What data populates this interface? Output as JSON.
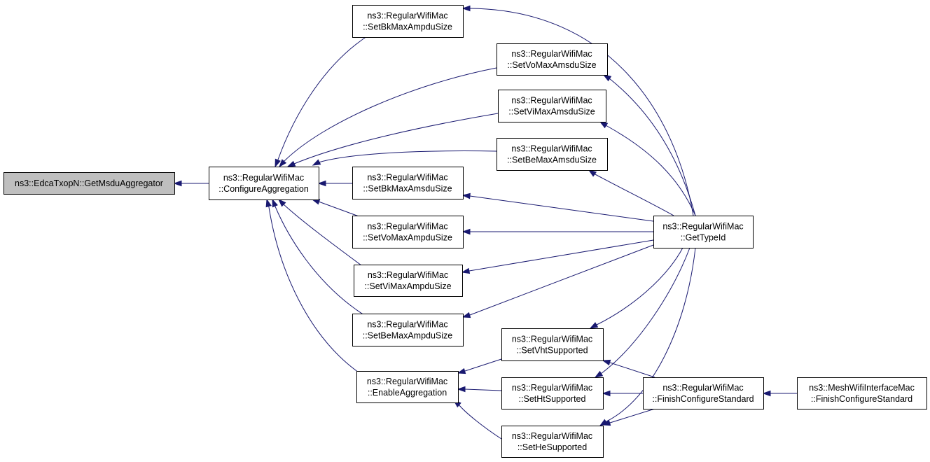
{
  "diagram": {
    "nodes": [
      {
        "id": "getmsdu",
        "lines": [
          "ns3::EdcaTxopN::GetMsduAggregator"
        ],
        "highlighted": true
      },
      {
        "id": "configagg",
        "lines": [
          "ns3::RegularWifiMac",
          "::ConfigureAggregation"
        ]
      },
      {
        "id": "setbkampdu",
        "lines": [
          "ns3::RegularWifiMac",
          "::SetBkMaxAmpduSize"
        ]
      },
      {
        "id": "setvoamsdu",
        "lines": [
          "ns3::RegularWifiMac",
          "::SetVoMaxAmsduSize"
        ]
      },
      {
        "id": "setviamsdu",
        "lines": [
          "ns3::RegularWifiMac",
          "::SetViMaxAmsduSize"
        ]
      },
      {
        "id": "setbeamsdu",
        "lines": [
          "ns3::RegularWifiMac",
          "::SetBeMaxAmsduSize"
        ]
      },
      {
        "id": "setbkamsdu",
        "lines": [
          "ns3::RegularWifiMac",
          "::SetBkMaxAmsduSize"
        ]
      },
      {
        "id": "setvoampdu",
        "lines": [
          "ns3::RegularWifiMac",
          "::SetVoMaxAmpduSize"
        ]
      },
      {
        "id": "setviampdu",
        "lines": [
          "ns3::RegularWifiMac",
          "::SetViMaxAmpduSize"
        ]
      },
      {
        "id": "setbeampdu",
        "lines": [
          "ns3::RegularWifiMac",
          "::SetBeMaxAmpduSize"
        ]
      },
      {
        "id": "enableagg",
        "lines": [
          "ns3::RegularWifiMac",
          "::EnableAggregation"
        ]
      },
      {
        "id": "setvht",
        "lines": [
          "ns3::RegularWifiMac",
          "::SetVhtSupported"
        ]
      },
      {
        "id": "setht",
        "lines": [
          "ns3::RegularWifiMac",
          "::SetHtSupported"
        ]
      },
      {
        "id": "sethe",
        "lines": [
          "ns3::RegularWifiMac",
          "::SetHeSupported"
        ]
      },
      {
        "id": "gettypeid",
        "lines": [
          "ns3::RegularWifiMac",
          "::GetTypeId"
        ]
      },
      {
        "id": "finishcfg",
        "lines": [
          "ns3::RegularWifiMac",
          "::FinishConfigureStandard"
        ]
      },
      {
        "id": "meshfinish",
        "lines": [
          "ns3::MeshWifiInterfaceMac",
          "::FinishConfigureStandard"
        ]
      }
    ],
    "edges": [
      {
        "from": "configagg",
        "to": "getmsdu"
      },
      {
        "from": "setbkampdu",
        "to": "configagg"
      },
      {
        "from": "setvoamsdu",
        "to": "configagg"
      },
      {
        "from": "setviamsdu",
        "to": "configagg"
      },
      {
        "from": "setbeamsdu",
        "to": "configagg"
      },
      {
        "from": "setbkamsdu",
        "to": "configagg"
      },
      {
        "from": "setvoampdu",
        "to": "configagg"
      },
      {
        "from": "setviampdu",
        "to": "configagg"
      },
      {
        "from": "setbeampdu",
        "to": "configagg"
      },
      {
        "from": "enableagg",
        "to": "configagg"
      },
      {
        "from": "gettypeid",
        "to": "setbkampdu"
      },
      {
        "from": "gettypeid",
        "to": "setvoamsdu"
      },
      {
        "from": "gettypeid",
        "to": "setviamsdu"
      },
      {
        "from": "gettypeid",
        "to": "setbeamsdu"
      },
      {
        "from": "gettypeid",
        "to": "setbkamsdu"
      },
      {
        "from": "gettypeid",
        "to": "setvoampdu"
      },
      {
        "from": "gettypeid",
        "to": "setviampdu"
      },
      {
        "from": "gettypeid",
        "to": "setbeampdu"
      },
      {
        "from": "gettypeid",
        "to": "setvht"
      },
      {
        "from": "gettypeid",
        "to": "setht"
      },
      {
        "from": "gettypeid",
        "to": "sethe"
      },
      {
        "from": "setvht",
        "to": "enableagg"
      },
      {
        "from": "setht",
        "to": "enableagg"
      },
      {
        "from": "sethe",
        "to": "enableagg"
      },
      {
        "from": "finishcfg",
        "to": "setvht"
      },
      {
        "from": "finishcfg",
        "to": "setht"
      },
      {
        "from": "finishcfg",
        "to": "sethe"
      },
      {
        "from": "meshfinish",
        "to": "finishcfg"
      }
    ],
    "colors": {
      "edge": "#191970",
      "highlight_fill": "#bfbfbf",
      "node_fill": "#ffffff",
      "node_stroke": "#000000"
    }
  }
}
